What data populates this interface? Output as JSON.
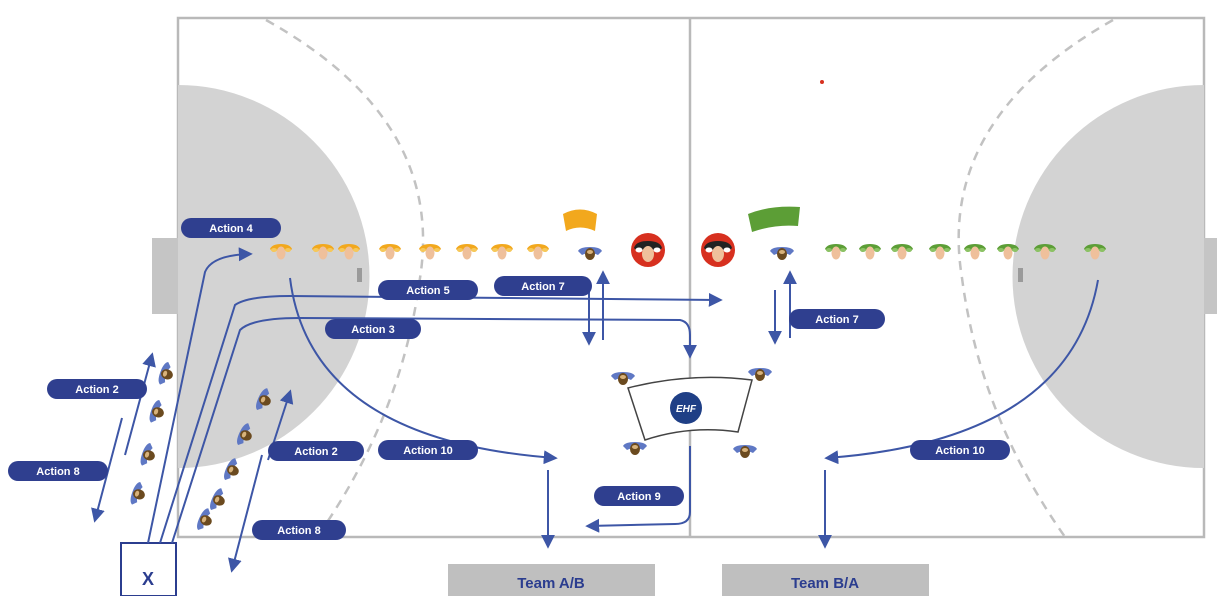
{
  "colors": {
    "pill": "#2f3f8f",
    "arrow": "#3d56a6",
    "court_line": "#b9b9b9",
    "zone": "#d3d3d3",
    "team_a": "#f2a81d",
    "team_b": "#5c9e36",
    "referee": "#d7301f",
    "team_box": "#bfbfbf"
  },
  "labels": {
    "action_4": "Action 4",
    "action_5": "Action 5",
    "action_7_left": "Action 7",
    "action_7_right": "Action 7",
    "action_3": "Action 3",
    "action_2_left": "Action 2",
    "action_2_right": "Action 2",
    "action_8_left": "Action 8",
    "action_8_right": "Action 8",
    "action_10_left": "Action 10",
    "action_10_right": "Action 10",
    "action_9": "Action 9",
    "team_ab": "Team A/B",
    "team_ba": "Team B/A",
    "box_x": "X",
    "ehf_logo": "EHF"
  },
  "icons": [
    "team-a-player-icon",
    "team-b-player-icon",
    "referee-icon",
    "official-icon",
    "team-a-flag-icon",
    "team-b-flag-icon",
    "ehf-flag-icon"
  ]
}
